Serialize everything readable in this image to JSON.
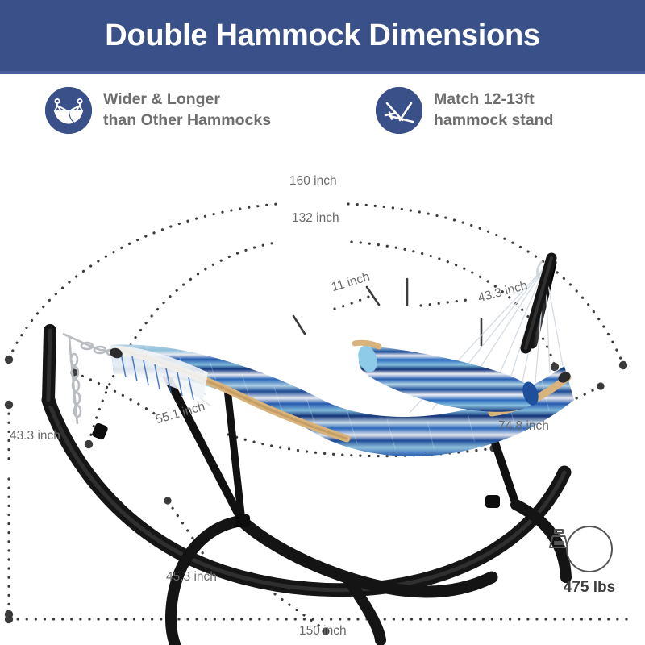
{
  "header": {
    "title": "Double Hammock Dimensions",
    "bg_color": "#3a5088",
    "text_color": "#ffffff"
  },
  "features": [
    {
      "icon": "hammock-icon",
      "line1": "Wider & Longer",
      "line2": "than Other Hammocks"
    },
    {
      "icon": "hammock-stand-icon",
      "line1": "Match 12-13ft",
      "line2": "hammock stand"
    }
  ],
  "feature_text_color": "#6e6e6e",
  "dimensions": {
    "total_length_outer": "160 inch",
    "total_length_inner": "132 inch",
    "pillow_thickness": "11 inch",
    "bed_width_top": "43.3 inch",
    "stand_height": "43.3 inch",
    "bed_length_left": "55.1 inch",
    "bed_length_right": "74.8 inch",
    "base_width": "45.3 inch",
    "base_length": "150 inch"
  },
  "weight_capacity": {
    "icon": "weight-scale-icon",
    "value": "475 lbs"
  },
  "product": {
    "fabric_colors": [
      "#1e4f9c",
      "#2f6fc4",
      "#8ec9e8",
      "#bfe2f2",
      "#ffffff",
      "#14357a"
    ],
    "frame_color": "#1b1b1b",
    "spreader_bar_color": "#d9b37c",
    "chain_color": "#b9bcc0"
  },
  "dim_line_color": "#3c3c3c",
  "dim_text_color": "#6b6b6b"
}
